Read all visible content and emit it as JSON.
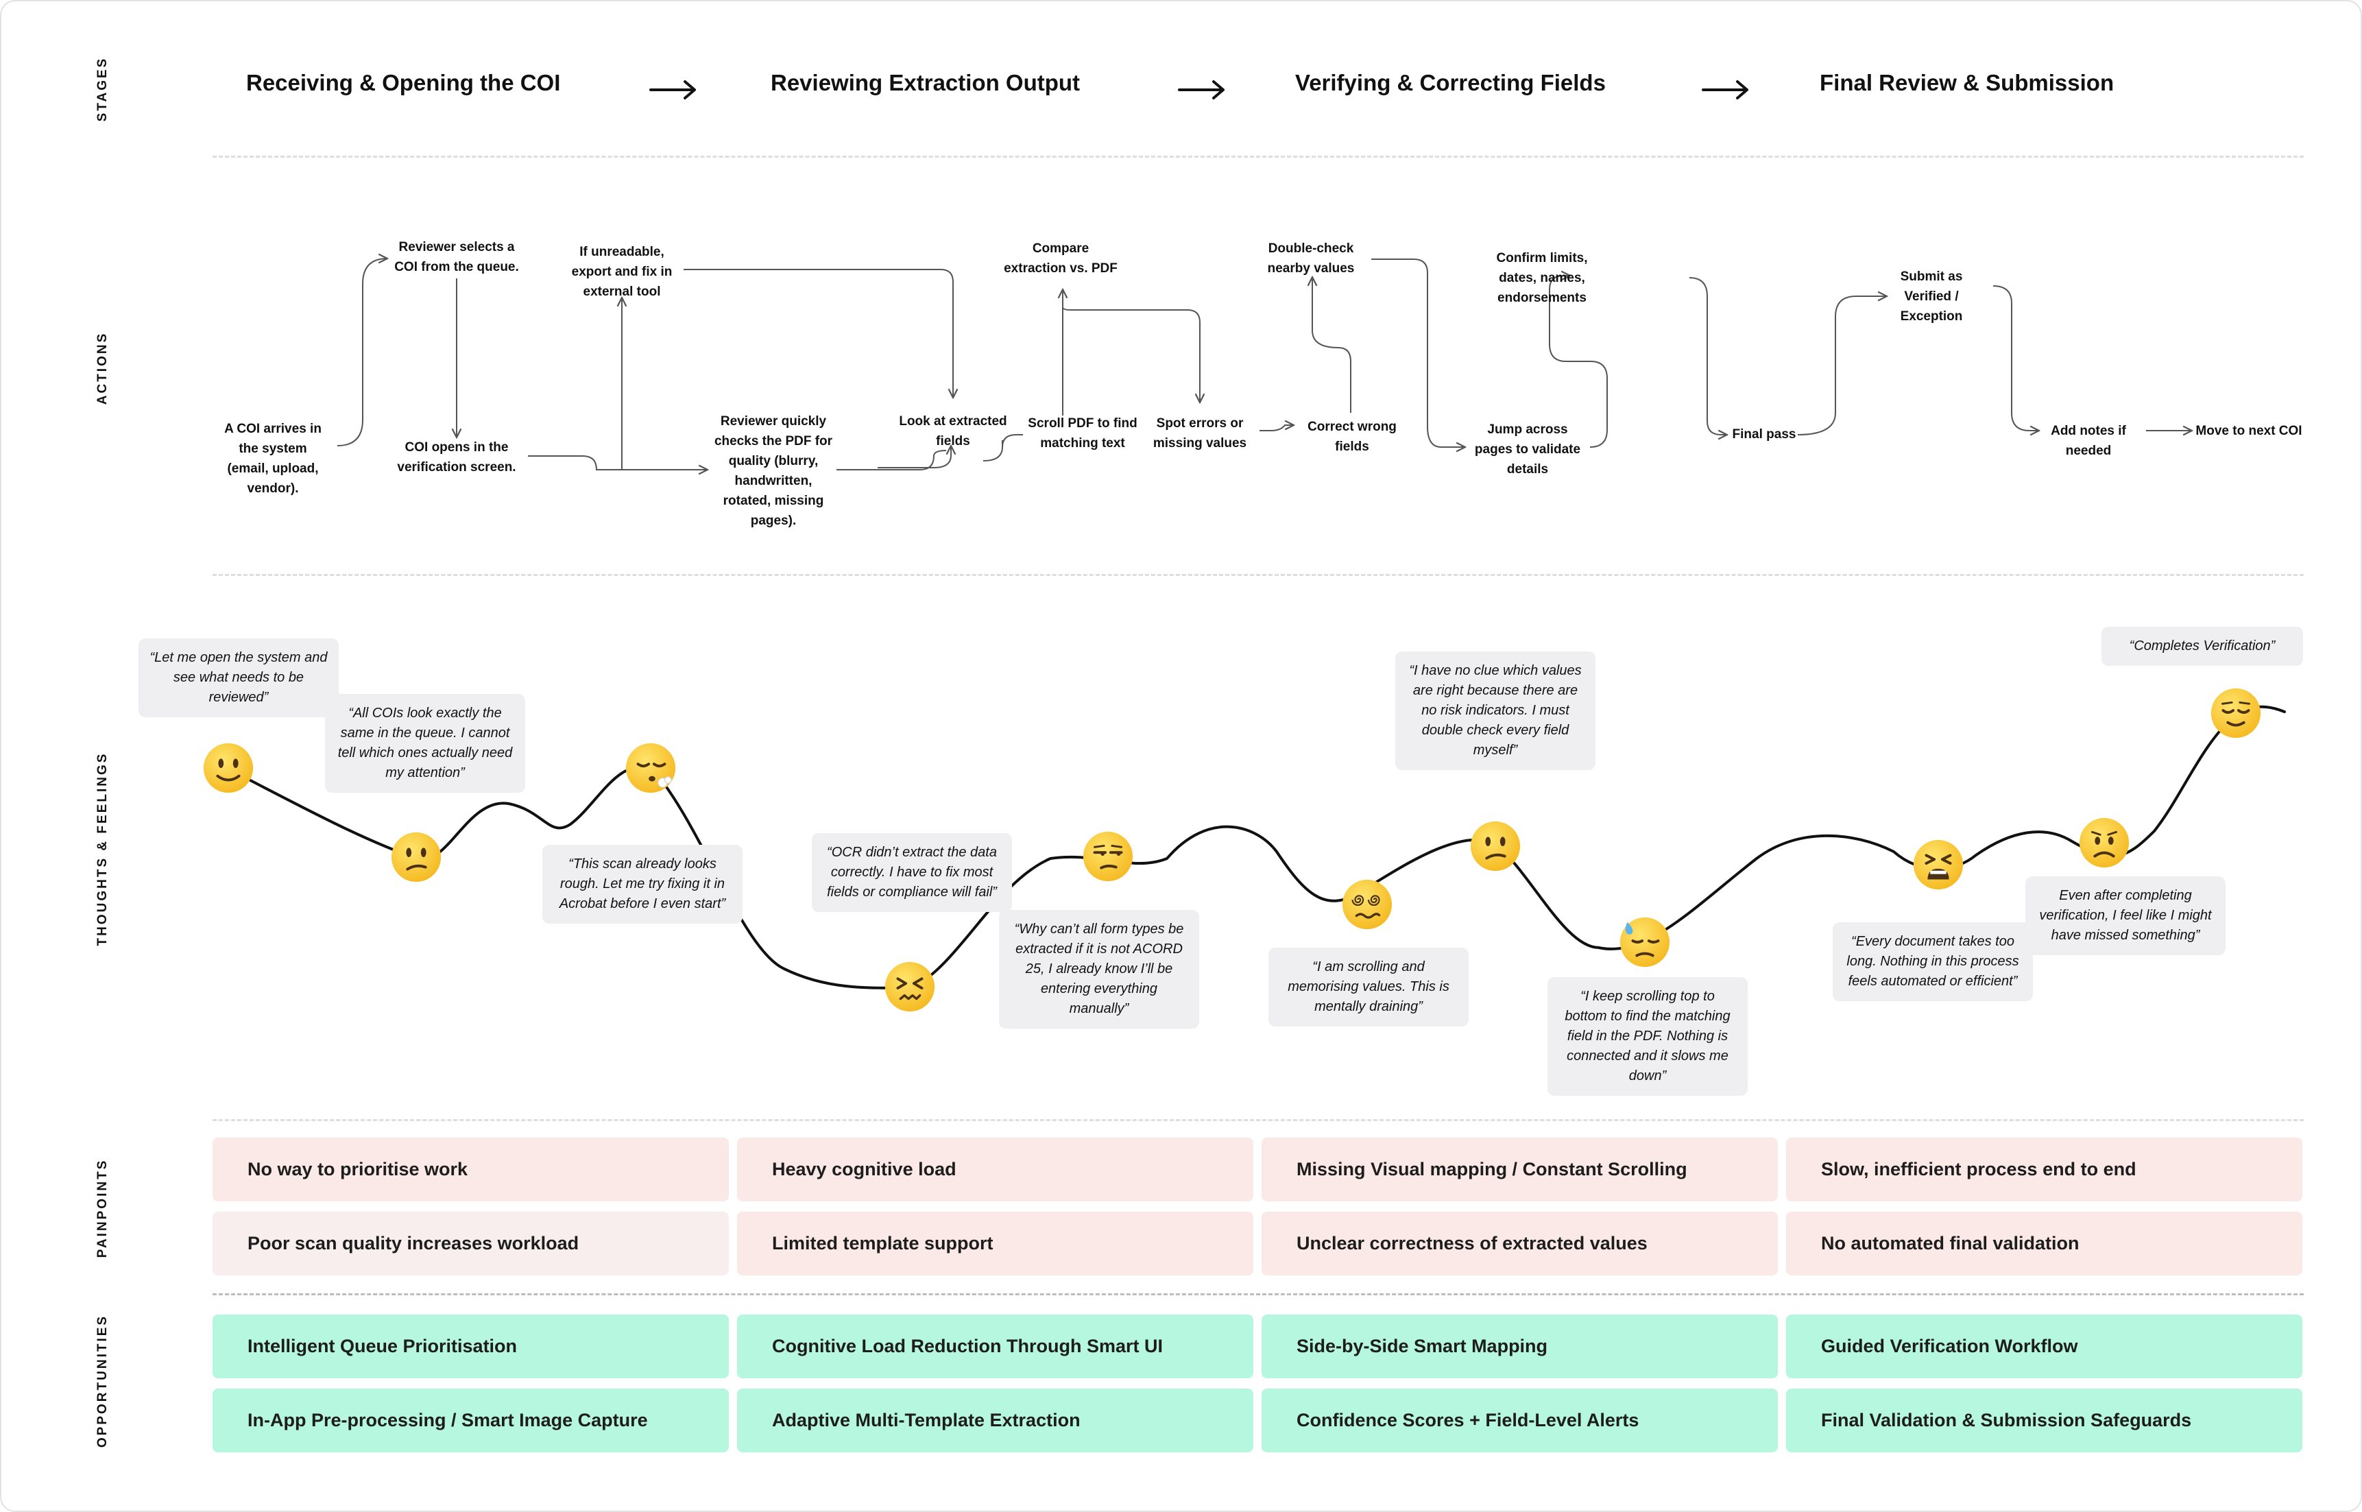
{
  "row_labels": {
    "stages": "STAGES",
    "actions": "ACTIONS",
    "thoughts": "THOUGHTS & FEELINGS",
    "painpoints": "PAINPOINTS",
    "opportunities": "OPPORTUNITIES"
  },
  "stages": [
    "Receiving & Opening the COI",
    "Reviewing Extraction Output",
    "Verifying & Correcting Fields",
    "Final Review & Submission"
  ],
  "actions": {
    "coi_arrives": "A COI arrives in\nthe system\n(email, upload,\nvendor).",
    "select_coi": "Reviewer selects a\nCOI from the queue.",
    "coi_opens": "COI opens in the\nverification screen.",
    "unreadable": "If unreadable,\nexport and fix in\nexternal tool",
    "quick_check": "Reviewer quickly\nchecks the PDF for\nquality (blurry,\nhandwritten,\nrotated, missing\npages).",
    "look_fields": "Look at extracted\nfields",
    "compare": "Compare\nextraction vs. PDF",
    "scroll_pdf": "Scroll PDF to find\nmatching text",
    "spot_errors": "Spot errors or\nmissing values",
    "double_check": "Double-check\nnearby values",
    "correct_fields": "Correct wrong\nfields",
    "jump_pages": "Jump across\npages to validate\ndetails",
    "confirm_limits": "Confirm limits,\ndates, names,\nendorsements",
    "final_pass": "Final pass",
    "submit": "Submit as\nVerified /\nException",
    "add_notes": "Add notes if\nneeded",
    "next_coi": "Move to next COI"
  },
  "thoughts": [
    {
      "text": "“Let me open the system and see what needs to be reviewed”",
      "emoji": "slightly-smiling-face"
    },
    {
      "text": "“All COIs look exactly the same in the queue. I cannot tell which ones actually need my attention”",
      "emoji": "confused-face"
    },
    {
      "text": "“This scan already looks rough. Let me try fixing it in Acrobat before I even start”",
      "emoji": "face-exhaling"
    },
    {
      "text": "“OCR didn’t extract the data correctly. I have to fix most fields or compliance will fail”",
      "emoji": "confounded-face"
    },
    {
      "text": "“Why can’t all form types be extracted if it is not ACORD 25, I already know I’ll be entering everything manually”",
      "emoji": "unamused-face"
    },
    {
      "text": "“I am scrolling and memorising values. This is mentally draining”",
      "emoji": "face-with-spiral-eyes"
    },
    {
      "text": "“I have no clue which values are right because there are no risk indicators. I must double check every field myself”",
      "emoji": "confused-face"
    },
    {
      "text": "“I keep scrolling top to bottom to find the matching field in the PDF. Nothing is connected and it slows me down”",
      "emoji": "downcast-face-with-sweat"
    },
    {
      "text": "“Every document takes too long. Nothing in this process feels automated or efficient”",
      "emoji": "tired-face"
    },
    {
      "text": "Even after completing verification, I feel like I might have missed something”",
      "emoji": "frowning-face"
    },
    {
      "text": "“Completes Verification”",
      "emoji": "relieved-face"
    }
  ],
  "painpoints": [
    [
      "No way to prioritise work",
      "Heavy cognitive load",
      "Missing Visual mapping / Constant Scrolling",
      "Slow, inefficient process end to end"
    ],
    [
      "Poor scan quality increases workload",
      "Limited template support",
      "Unclear correctness of extracted values",
      "No automated final validation"
    ]
  ],
  "opportunities": [
    [
      "Intelligent Queue Prioritisation",
      "Cognitive Load Reduction Through Smart UI",
      "Side-by-Side Smart Mapping",
      "Guided Verification Workflow"
    ],
    [
      "In-App Pre-processing / Smart Image Capture",
      "Adaptive Multi-Template Extraction",
      "Confidence Scores + Field-Level Alerts",
      "Final Validation & Submission Safeguards"
    ]
  ],
  "colors": {
    "painpoint_bg": "#fbe9e7",
    "opportunity_bg": "#b5f7df",
    "bubble_bg": "#efeff1",
    "emoji_yellow": "#ffcc3a",
    "line": "#111111"
  }
}
